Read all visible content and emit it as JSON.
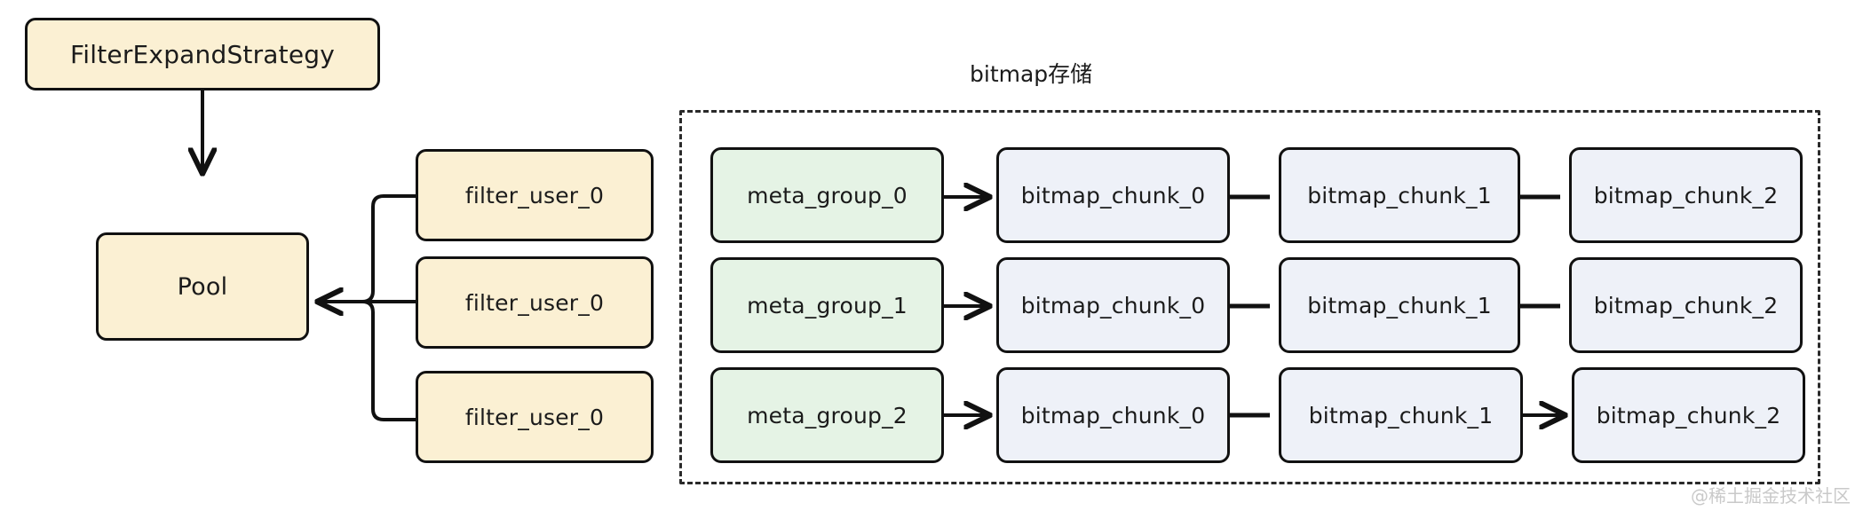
{
  "diagram": {
    "title_hidden": "",
    "strategy_node": {
      "label": "FilterExpandStrategy"
    },
    "pool_node": {
      "label": "Pool"
    },
    "filter_nodes": [
      {
        "label": "filter_user_0"
      },
      {
        "label": "filter_user_0"
      },
      {
        "label": "filter_user_0"
      }
    ],
    "bitmap_group": {
      "title": "bitmap存储",
      "rows": [
        {
          "meta": "meta_group_0",
          "chunks": [
            "bitmap_chunk_0",
            "bitmap_chunk_1",
            "bitmap_chunk_2"
          ],
          "meta_connector": "arrow",
          "chunk_connectors": [
            "line",
            "line"
          ]
        },
        {
          "meta": "meta_group_1",
          "chunks": [
            "bitmap_chunk_0",
            "bitmap_chunk_1",
            "bitmap_chunk_2"
          ],
          "meta_connector": "arrow",
          "chunk_connectors": [
            "line",
            "line"
          ]
        },
        {
          "meta": "meta_group_2",
          "chunks": [
            "bitmap_chunk_0",
            "bitmap_chunk_1",
            "bitmap_chunk_2"
          ],
          "meta_connector": "arrow",
          "chunk_connectors": [
            "line",
            "arrow"
          ]
        }
      ]
    },
    "watermark": "@稀土掘金技术社区",
    "colors": {
      "yellow_fill": "#fbf0d3",
      "green_fill": "#e5f3e5",
      "blue_fill": "#eef1f8",
      "stroke": "#111111",
      "dashed_stroke": "#2a2a2a",
      "text": "#1b1b1b",
      "watermark": "#c9c9c9",
      "background": "#ffffff"
    }
  }
}
